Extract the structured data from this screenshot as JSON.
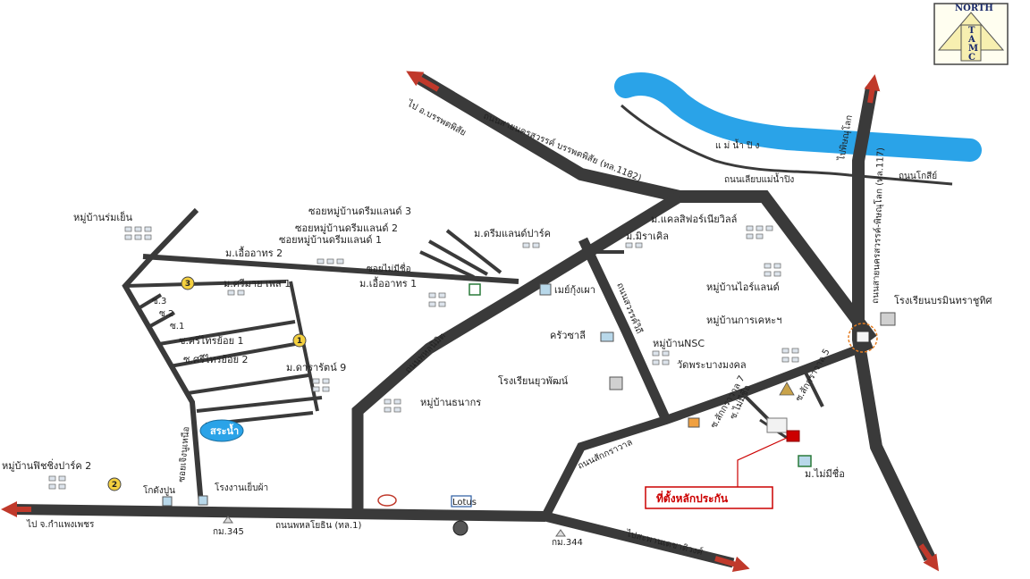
{
  "compass": {
    "north": "NORTH",
    "t": "T",
    "a": "A",
    "m": "M",
    "c": "C"
  },
  "river": {
    "name": "แ ม่ น้ำ ปิ ง"
  },
  "roads": {
    "to_banphot": "ไป อ.บรรพตพิสัย",
    "sawankhalok_road": "ถนนสายนครสวรรค์ บรรพตพิสัย (ทล.1182)",
    "riverside_road": "ถนนเลียบแม่น้ำปิง",
    "to_phitsanulok": "ไปพิษณุโลก",
    "phitsanulok_road": "ถนนสายนครสวรรค์-พิษณุโลก (ทล.117)",
    "kosi_road": "ถนนโกสีย์",
    "phahon_nimit": "ถนนพหลนิมิต",
    "sawanwithi": "ถนนสวรรค์วิถี",
    "phahonyothin": "ถนนพหลโยธิน (ทล.1)",
    "to_kamphaeng": "ไป จ.กำแพงเพชร",
    "to_bridge": "ไปสะพานเดชาติวงศ์",
    "sakkrawan": "ถนนสักกราวาล",
    "jaeng_nuea": "ซอยเจิงนูเหนือ",
    "soi_mai_mi_chue": "ซอยไม่มีชื่อ",
    "soi_no_name_2": "ซ.ไม่มีชื่อ",
    "sakkrawan_5": "ซ.สักกราวาล 5",
    "sakkrawan_7": "ซ.สักกราวาล 7",
    "s3": "ซ.3",
    "s2": "ซ.2",
    "s1": "ซ.1",
    "srithai_1": "ซ.ศรีไทรย้อย 1",
    "srithai_2": "ซ.ศรีไทรย้อย 2",
    "dreamland_3": "ซอยหมู่บ้านดรีมแลนด์ 3",
    "dreamland_2": "ซอยหมู่บ้านดรีมแลนด์ 2",
    "dreamland_1": "ซอยหมู่บ้านดรีมแลนด์ 1"
  },
  "places": {
    "romyen": "หมู่บ้านร่มเย็น",
    "uea_arthorn_2": "ม.เอื้ออาทร 2",
    "dreamland_park": "ม.ดรีมแลนด์ปาร์ค",
    "mirakle": "ม.มิราเคิล",
    "classic": "ม.แคลสิฟอร์เนียวิลล์",
    "island": "หมู่บ้านไอร์แลนด์",
    "school_bamrung": "โรงเรียนบรมินทราชูทิศ",
    "karaket": "หมู่บ้านการเคหะฯ",
    "nsc": "หมู่บ้านNSC",
    "wat": "วัดพระบางมงคล",
    "srimai": "ม.ศรีมาย เพส 1",
    "uea_arthorn_1": "ม.เอื้ออาทร 1",
    "muang_thong": "เมย์กุ้งเผา",
    "kruasali": "ครัวซาลี",
    "school_yupa": "โรงเรียนยุวพัฒน์",
    "thanakorn": "หมู่บ้านธนากร",
    "kararat": "ม.ดารารัตน์ 9",
    "pond": "สระน้ำ",
    "fishing_park": "หมู่บ้านฟิชชิ่งปาร์ค 2",
    "warehouse": "โกดังปูน",
    "factory": "โรงงานเย็บผ้า",
    "mai_mi_chue": "ม.ไม่มีชื่อ",
    "km_345": "กม.345",
    "km_344": "กม.344",
    "lotus": "Lotus"
  },
  "pin": {
    "label": "ที่ตั้งหลักประกัน"
  },
  "markers": {
    "m1": "1",
    "m2": "2",
    "m3": "3"
  },
  "colors": {
    "road": "#3a3a3a",
    "river": "#2aa3e8",
    "arrow": "#c0392b",
    "marker": "#f4d03f",
    "pin_box": "#cc0000"
  }
}
